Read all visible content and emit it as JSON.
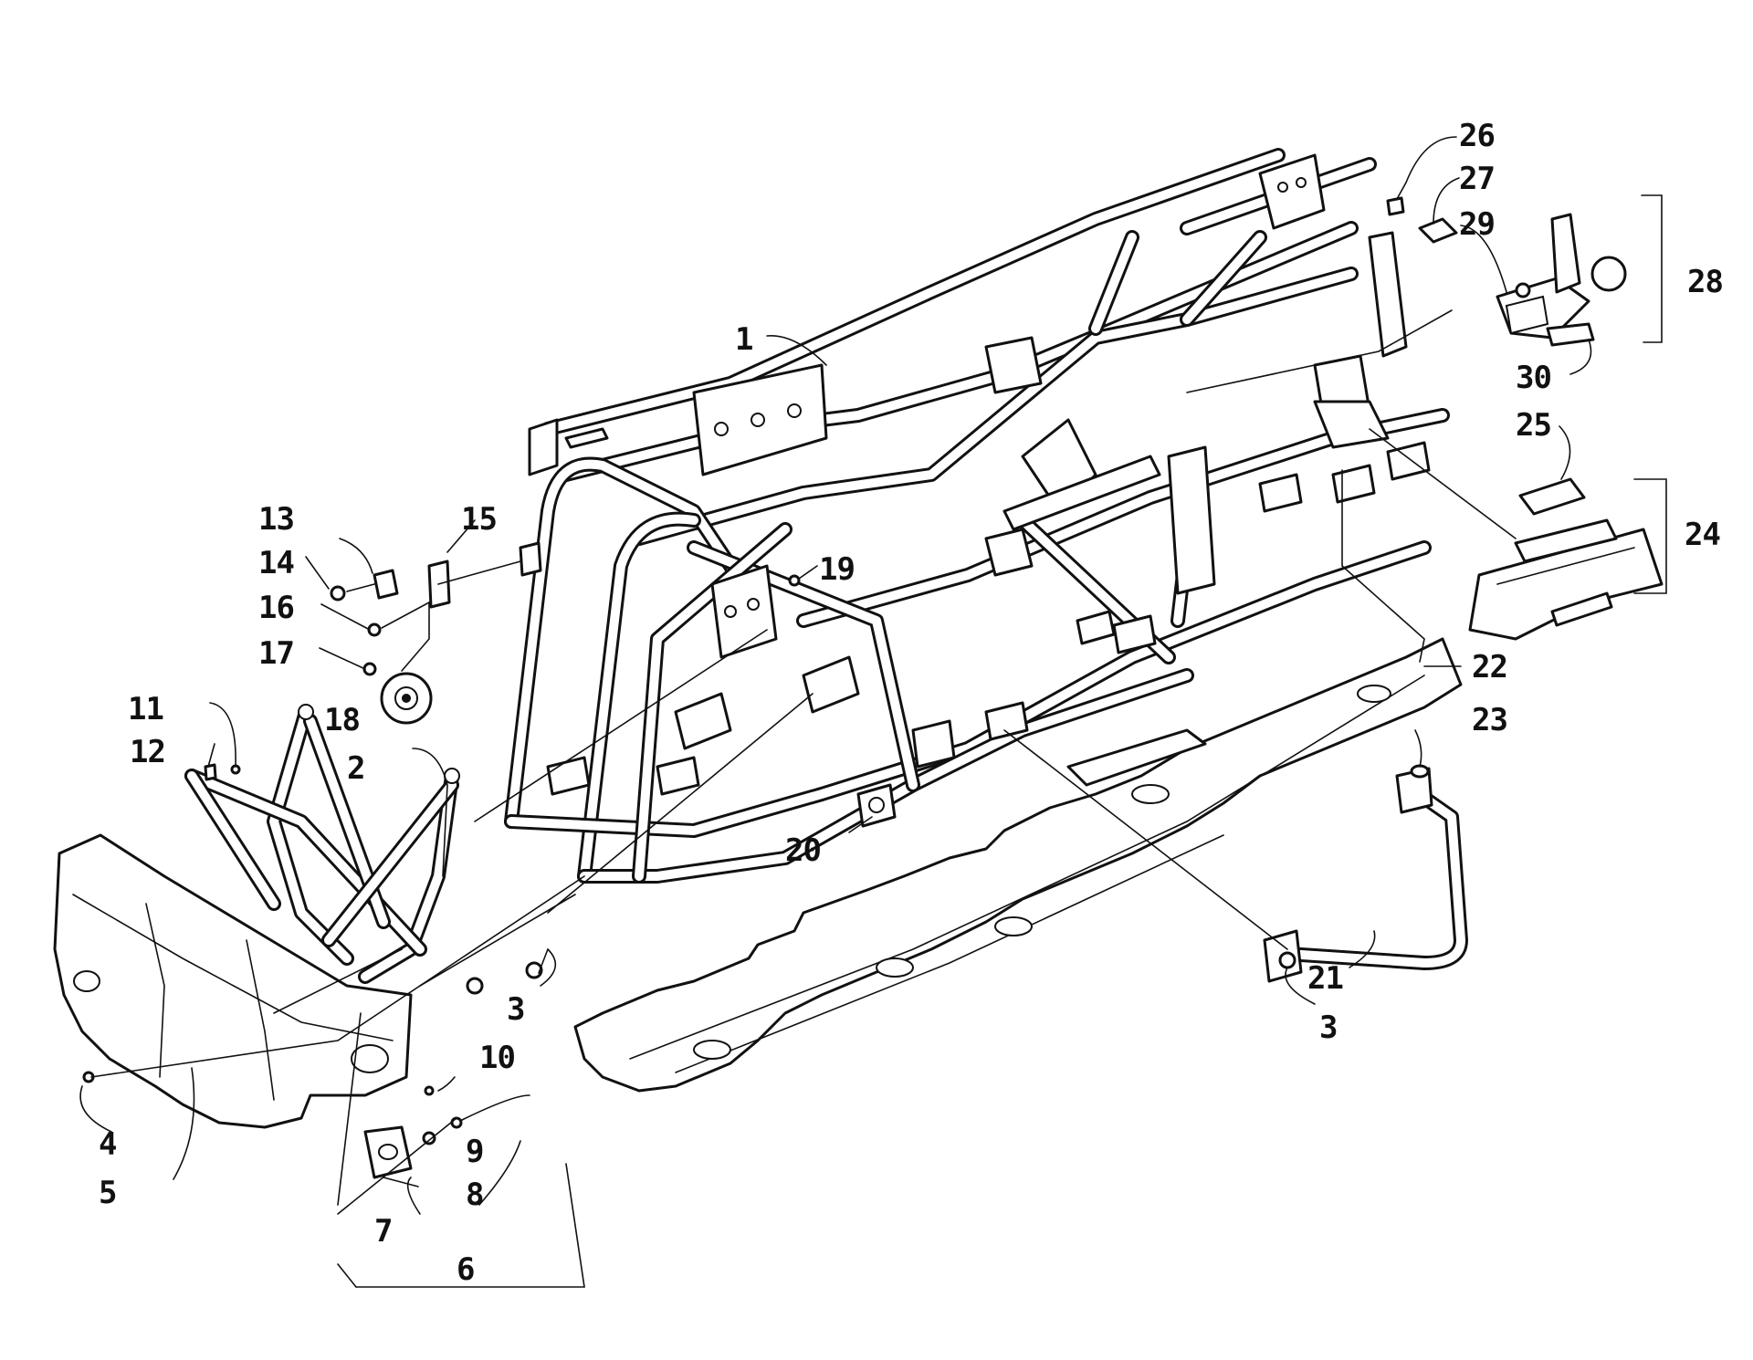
{
  "diagram": {
    "callouts": [
      {
        "id": "c1",
        "label": "1"
      },
      {
        "id": "c2",
        "label": "2"
      },
      {
        "id": "c3a",
        "label": "3"
      },
      {
        "id": "c3b",
        "label": "3"
      },
      {
        "id": "c4",
        "label": "4"
      },
      {
        "id": "c5",
        "label": "5"
      },
      {
        "id": "c6",
        "label": "6"
      },
      {
        "id": "c7",
        "label": "7"
      },
      {
        "id": "c8",
        "label": "8"
      },
      {
        "id": "c9",
        "label": "9"
      },
      {
        "id": "c10",
        "label": "10"
      },
      {
        "id": "c11",
        "label": "11"
      },
      {
        "id": "c12",
        "label": "12"
      },
      {
        "id": "c13",
        "label": "13"
      },
      {
        "id": "c14",
        "label": "14"
      },
      {
        "id": "c15",
        "label": "15"
      },
      {
        "id": "c16",
        "label": "16"
      },
      {
        "id": "c17",
        "label": "17"
      },
      {
        "id": "c18",
        "label": "18"
      },
      {
        "id": "c19",
        "label": "19"
      },
      {
        "id": "c20",
        "label": "20"
      },
      {
        "id": "c21",
        "label": "21"
      },
      {
        "id": "c22",
        "label": "22"
      },
      {
        "id": "c23",
        "label": "23"
      },
      {
        "id": "c24",
        "label": "24"
      },
      {
        "id": "c25",
        "label": "25"
      },
      {
        "id": "c26",
        "label": "26"
      },
      {
        "id": "c27",
        "label": "27"
      },
      {
        "id": "c28",
        "label": "28"
      },
      {
        "id": "c29",
        "label": "29"
      },
      {
        "id": "c30",
        "label": "30"
      }
    ]
  }
}
